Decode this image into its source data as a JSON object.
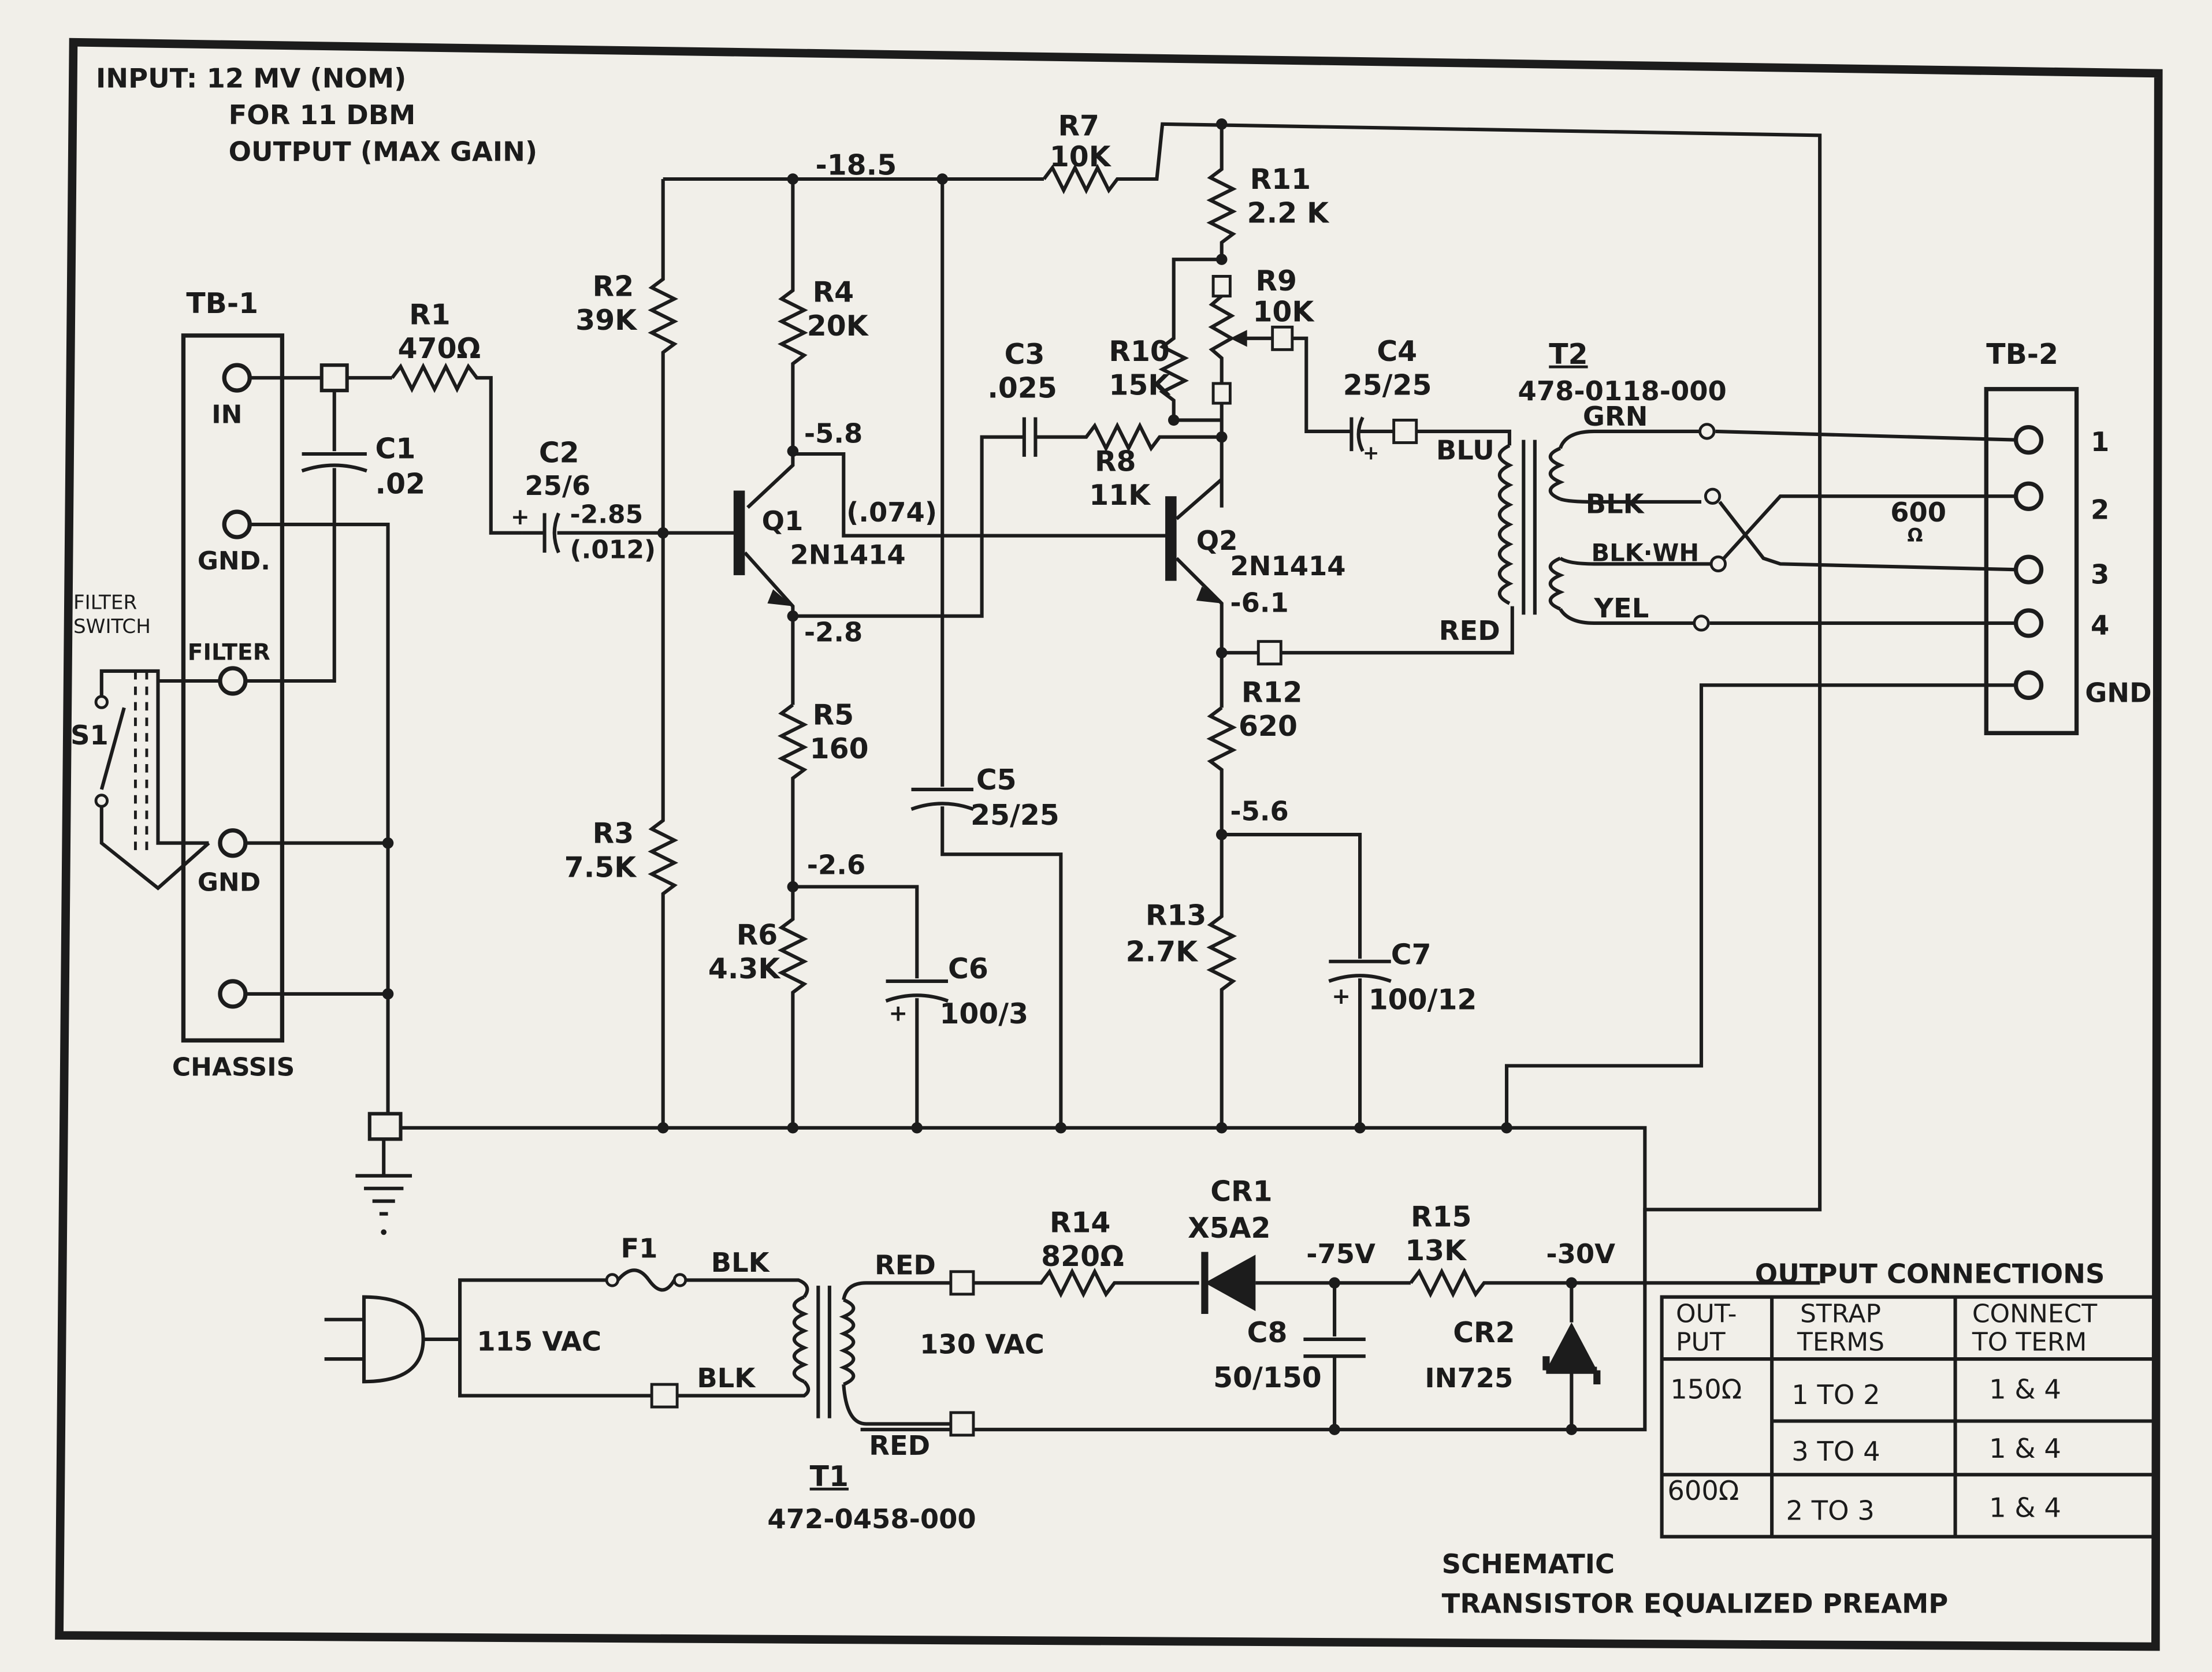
{
  "notes": {
    "input_line1": "INPUT:  12 MV (NOM)",
    "input_line2": "FOR 11 DBM",
    "input_line3": "OUTPUT (MAX GAIN)"
  },
  "terminal_blocks": {
    "tb1": {
      "name": "TB-1",
      "in": "IN",
      "gnd1": "GND.",
      "filter": "FILTER",
      "gnd2": "GND",
      "chassis": "CHASSIS"
    },
    "tb2": {
      "name": "TB-2",
      "t1": "1",
      "t2": "2",
      "t3": "3",
      "t4": "4",
      "gnd": "GND."
    },
    "filter_switch": "FILTER\nSWITCH",
    "filter_switch_l1": "FILTER",
    "filter_switch_l2": "SWITCH",
    "s1": "S1"
  },
  "components": {
    "r1": {
      "name": "R1",
      "value": "470Ω"
    },
    "c1": {
      "name": "C1",
      "value": ".02"
    },
    "c2": {
      "name": "C2",
      "value": "25/6"
    },
    "r2": {
      "name": "R2",
      "value": "39K"
    },
    "r3": {
      "name": "R3",
      "value": "7.5K"
    },
    "r4": {
      "name": "R4",
      "value": "20K"
    },
    "r5": {
      "name": "R5",
      "value": "160"
    },
    "r6": {
      "name": "R6",
      "value": "4.3K"
    },
    "c6": {
      "name": "C6",
      "value": "100/3"
    },
    "c5": {
      "name": "C5",
      "value": "25/25"
    },
    "q1": {
      "name": "Q1",
      "value": "2N1414"
    },
    "r7": {
      "name": "R7",
      "value": "10K"
    },
    "c3": {
      "name": "C3",
      "value": ".025"
    },
    "r8": {
      "name": "R8",
      "value": "11K"
    },
    "r10": {
      "name": "R10",
      "value": "15K"
    },
    "r11": {
      "name": "R11",
      "value": "2.2 K"
    },
    "r9": {
      "name": "R9",
      "value": "10K"
    },
    "q2": {
      "name": "Q2",
      "value": "2N1414"
    },
    "r12": {
      "name": "R12",
      "value": "620"
    },
    "r13": {
      "name": "R13",
      "value": "2.7K"
    },
    "c7": {
      "name": "C7",
      "value": "100/12"
    },
    "c4": {
      "name": "C4",
      "value": "25/25"
    },
    "t2": {
      "name": "T2",
      "value": "478-0118-000"
    },
    "f1": {
      "name": "F1"
    },
    "t1": {
      "name": "T1",
      "value": "472-0458-000"
    },
    "r14": {
      "name": "R14",
      "value": "820Ω"
    },
    "cr1": {
      "name": "CR1",
      "value": "X5A2"
    },
    "c8": {
      "name": "C8",
      "value": "50/150"
    },
    "r15": {
      "name": "R15",
      "value": "13K"
    },
    "cr2": {
      "name": "CR2",
      "value": "IN725"
    }
  },
  "voltages": {
    "v_top": "-18.5",
    "v_base1": "-2.85",
    "v_base1_sig": "(.012)",
    "v_coll1": "-5.8",
    "v_q1_sig": "(.074)",
    "v_emit1": "-2.8",
    "v_r5r6": "-2.6",
    "v_emit2": "-6.1",
    "v_r12r13": "-5.6",
    "v_75": "-75V",
    "v_30": "-30V"
  },
  "wire_labels": {
    "grn": "GRN",
    "blu": "BLU",
    "blk": "BLK",
    "blkwh": "BLK·WH",
    "yel": "YEL",
    "red": "RED",
    "z600": "600",
    "ohm": "Ω",
    "vac115": "115 VAC",
    "vac130": "130 VAC",
    "blk_a": "BLK",
    "blk_b": "BLK",
    "red_a": "RED",
    "red_b": "RED"
  },
  "output_table": {
    "title": "OUTPUT  CONNECTIONS",
    "headers": [
      "OUT-\nPUT",
      "STRAP\nTERMS",
      "CONNECT\nTO TERM"
    ],
    "h1a": "OUT-",
    "h1b": "PUT",
    "h2a": "STRAP",
    "h2b": "TERMS",
    "h3a": "CONNECT",
    "h3b": "TO TERM",
    "rows": [
      {
        "output": "150Ω",
        "strap": "1  TO  2",
        "connect": "1   &  4"
      },
      {
        "output": "",
        "strap": "3  TO  4",
        "connect": "1   &  4"
      },
      {
        "output": "600Ω",
        "strap": "2  TO  3",
        "connect": "1   &  4"
      }
    ]
  },
  "caption": {
    "line1": "SCHEMATIC",
    "line2": "TRANSISTOR  EQUALIZED  PREAMP"
  }
}
